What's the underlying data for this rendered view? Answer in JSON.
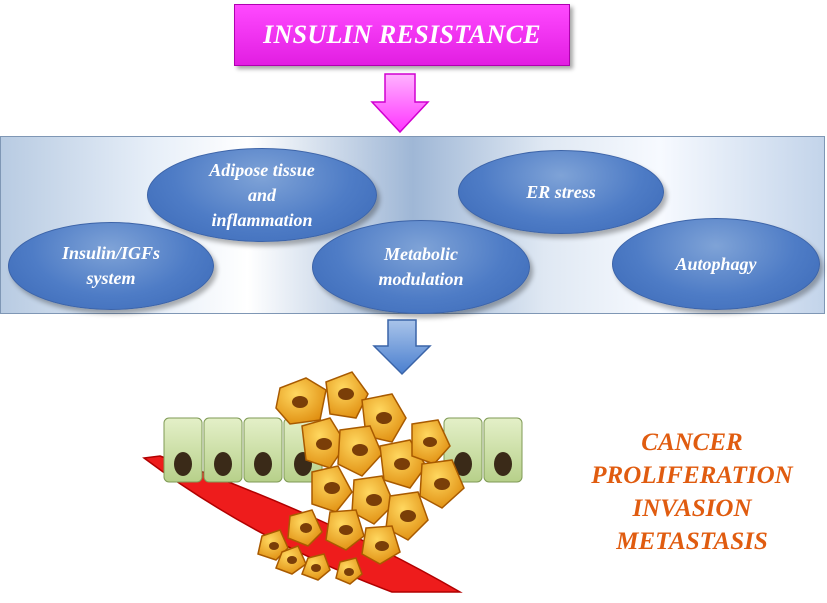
{
  "title": "INSULIN RESISTANCE",
  "mechanisms": [
    {
      "id": "adipose",
      "label": "Adipose tissue\nand\ninflammation"
    },
    {
      "id": "er",
      "label": "ER stress"
    },
    {
      "id": "insulin",
      "label": "Insulin/IGFs\nsystem"
    },
    {
      "id": "metabolic",
      "label": "Metabolic\nmodulation"
    },
    {
      "id": "autophagy",
      "label": "Autophagy"
    }
  ],
  "outcomes": [
    "CANCER",
    "PROLIFERATION",
    "INVASION",
    "METASTASIS"
  ],
  "colors": {
    "title_fill": "#e21ee2",
    "arrow_top": "#ff66ff",
    "arrow_bottom": "#5b8fd8",
    "ellipse_fill": "#4e7cc6",
    "outcome_text": "#e05c10",
    "vessel": "#ee1c1c",
    "epithelial": "#cfe3a8",
    "cancer_cell": "#f2a91e"
  },
  "icons": {
    "top_arrow": "down-arrow-icon",
    "bottom_arrow": "down-arrow-icon",
    "illustration": "tumor-invasion-illustration"
  }
}
